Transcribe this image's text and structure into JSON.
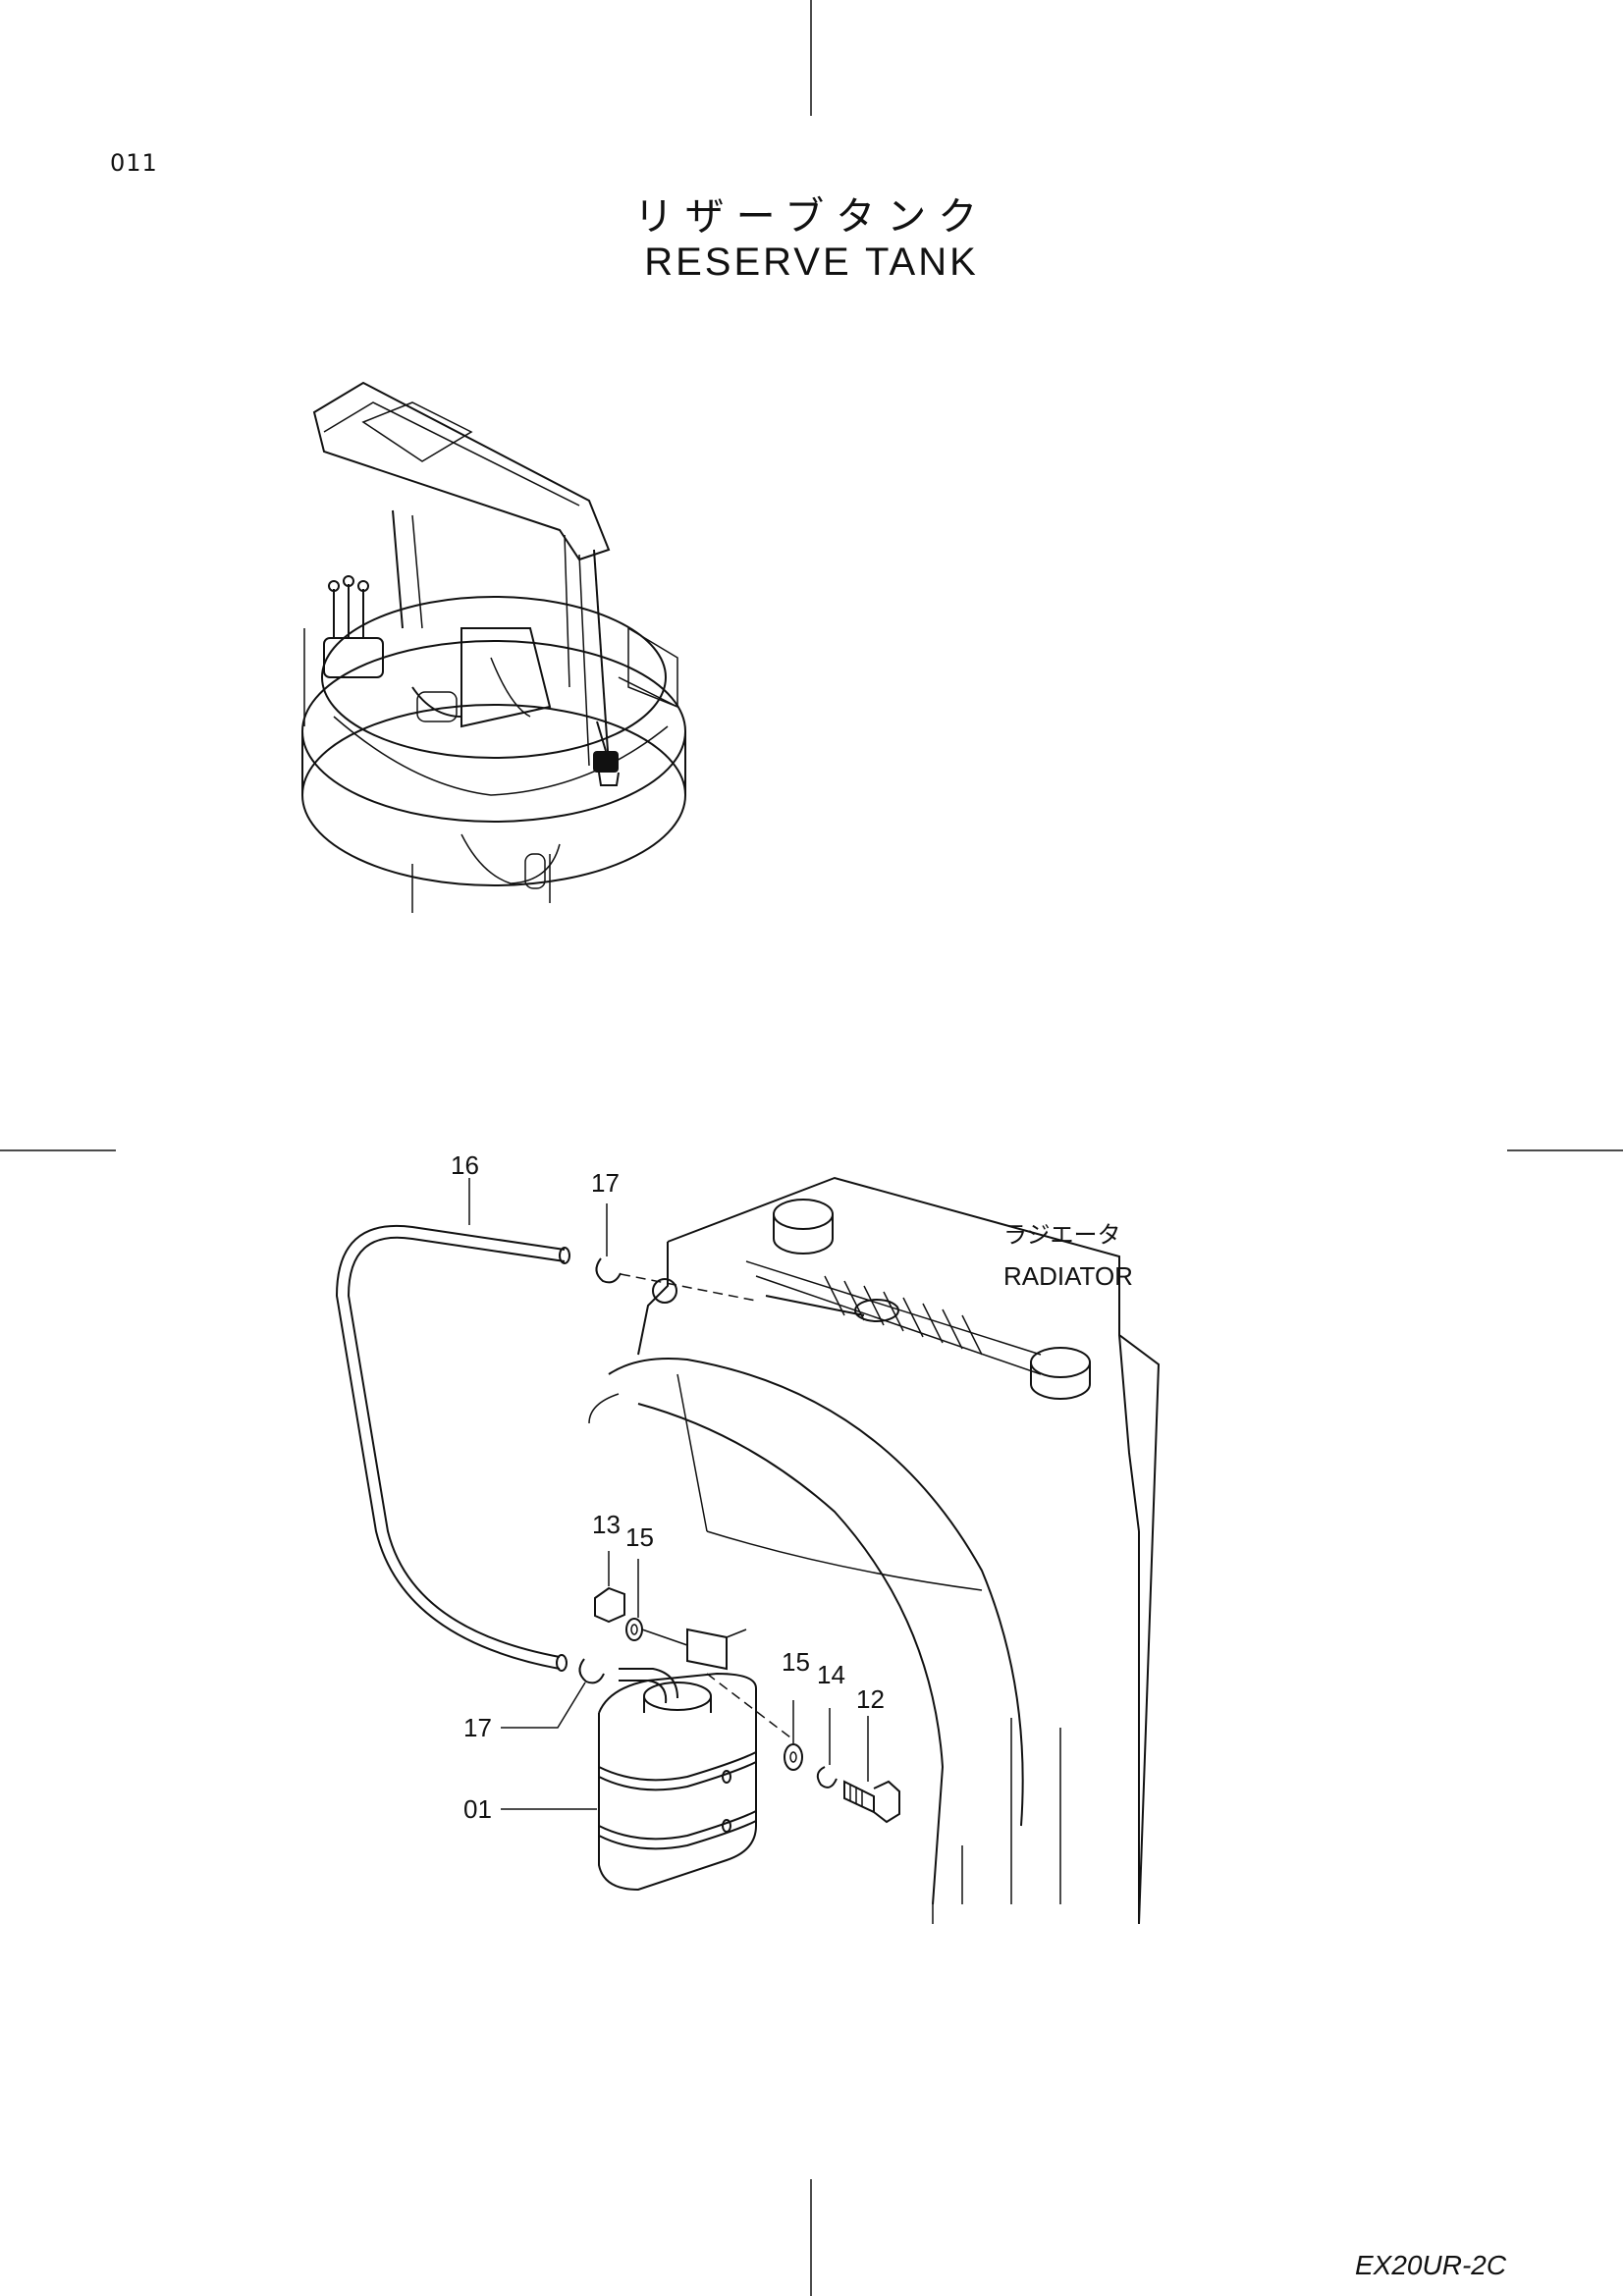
{
  "page_number": "011",
  "title": {
    "japanese": "リザーブタンク",
    "english": "RESERVE TANK"
  },
  "model": "EX20UR-2C",
  "radiator_label": {
    "japanese": "ラジエータ",
    "english": "RADIATOR"
  },
  "part_callouts": [
    "16",
    "17",
    "13",
    "15",
    "15",
    "14",
    "12",
    "17",
    "01"
  ]
}
